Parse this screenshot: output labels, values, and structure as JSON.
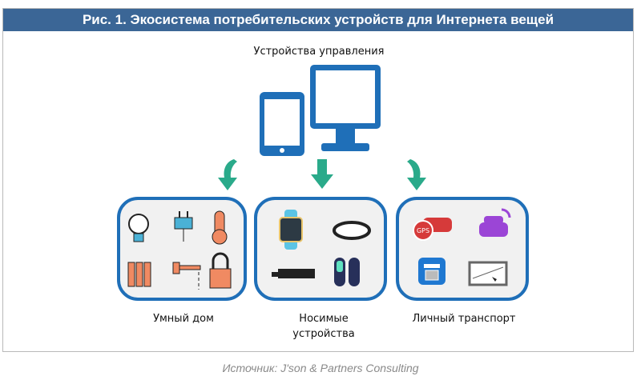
{
  "title": "Рис. 1. Экосистема потребительских устройств для Интернета вещей",
  "control_label": "Устройства управления",
  "groups": [
    {
      "label": "Умный дом"
    },
    {
      "label_line1": "Носимые",
      "label_line2": "устройства"
    },
    {
      "label": "Личный транспорт"
    }
  ],
  "gps_text": "GPS",
  "source": "Источник: J'son & Partners Consulting",
  "colors": {
    "header": "#3b6696",
    "device_blue": "#1f6fb8",
    "arrow": "#2aaa8a"
  }
}
